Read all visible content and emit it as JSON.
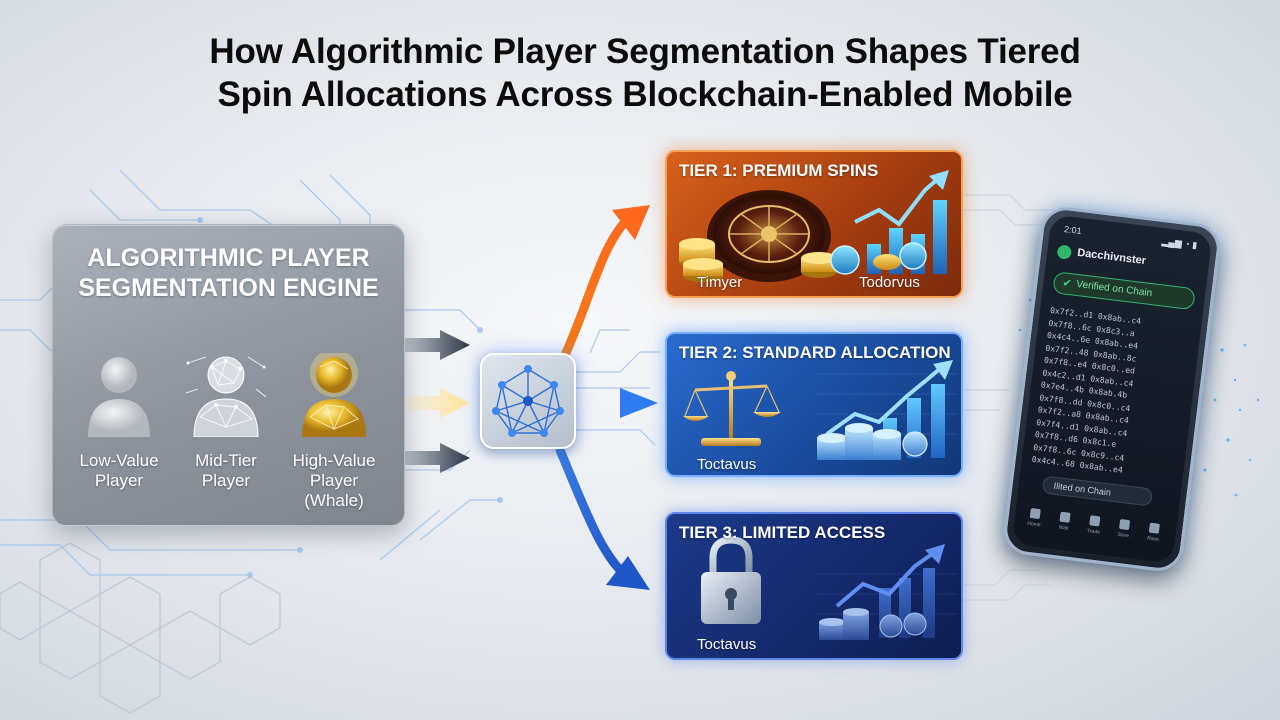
{
  "title": {
    "line1": "How Algorithmic Player Segmentation Shapes Tiered",
    "line2": "Spin Allocations Across Blockchain-Enabled Mobile"
  },
  "engine": {
    "title_line1": "ALGORITHMIC PLAYER",
    "title_line2": "SEGMENTATION ENGINE",
    "players": [
      {
        "label_line1": "Low-Value",
        "label_line2": "Player",
        "label_line3": "",
        "icon": "user-icon"
      },
      {
        "label_line1": "Mid-Tier",
        "label_line2": "Player",
        "label_line3": "",
        "icon": "network-user-icon"
      },
      {
        "label_line1": "High-Value",
        "label_line2": "Player",
        "label_line3": "(Whale)",
        "icon": "gold-user-icon"
      }
    ]
  },
  "tiers": [
    {
      "title": "TIER 1: PREMIUM SPINS",
      "sub_left": "Timyer",
      "sub_right": "Todorvus",
      "color": "#d8621c"
    },
    {
      "title": "TIER 2: STANDARD ALLOCATION",
      "sub_left": "Toctavus",
      "color": "#2a6bd0"
    },
    {
      "title": "TIER 3: LIMITED ACCESS",
      "sub_left": "Toctavus",
      "color": "#1c3b8a"
    }
  ],
  "phone": {
    "status_time": "2:01",
    "status_icons": "▂▄▆ ◔ ▮",
    "app_name": "Dacchivnster",
    "verified": "Verified on Chain",
    "hash_lines": [
      "0x7f2..d1  0x8ab..c4",
      "0x7f8..6c  0x8c3..a",
      "0x4c4..6e  0x8ab..e4",
      "0x7f2..48  0x8ab..8c",
      "0x7f8..e4  0x8c0..ed",
      "0x4c2..d1  0x8ab..c4",
      "0x7e4..4b  0x8ab.4b",
      "0x7f8..dd  0x8c0..c4",
      "0x7f2..a8  0x8ab..c4",
      "0x7f4..d1  0x8ab..c4",
      "0x7f8..d6  0x8c1.e",
      "0x7f8..6c  0x8c9..c4",
      "0x4c4..68  0x8ab..e4"
    ],
    "footer": "Ilited on Chain",
    "nav": [
      "Home",
      "Walt",
      "Trade",
      "Save",
      "Rave"
    ]
  }
}
